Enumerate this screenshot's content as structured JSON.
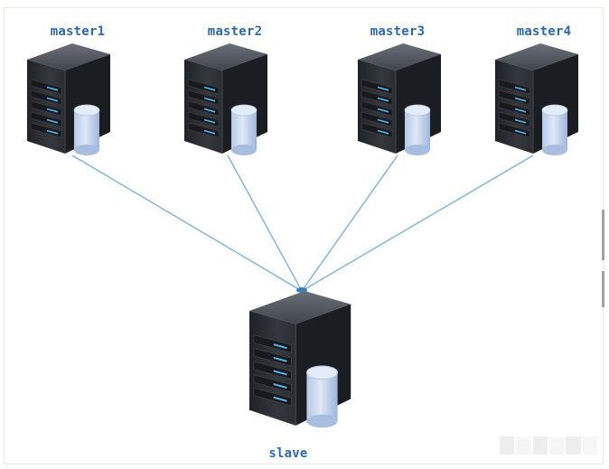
{
  "diagram": {
    "nodes": [
      {
        "id": "master1",
        "label": "master1",
        "role": "master"
      },
      {
        "id": "master2",
        "label": "master2",
        "role": "master"
      },
      {
        "id": "master3",
        "label": "master3",
        "role": "master"
      },
      {
        "id": "master4",
        "label": "master4",
        "role": "master"
      },
      {
        "id": "slave",
        "label": "slave",
        "role": "slave"
      }
    ],
    "edges": [
      {
        "from": "master1",
        "to": "slave"
      },
      {
        "from": "master2",
        "to": "slave"
      },
      {
        "from": "master3",
        "to": "slave"
      },
      {
        "from": "master4",
        "to": "slave"
      }
    ]
  },
  "colors": {
    "label_text": "#2e6aa8",
    "edge_line": "#8fb8d6",
    "server_body": "#2b2f34",
    "server_top": "#5a5f66",
    "server_side": "#1a1d21",
    "drive_light": "#57b6f0",
    "disk_cylinder": "#c9d8ef",
    "disk_top": "#e3ecf8",
    "junction": "#3c7fc0"
  },
  "icons": {
    "server": "server-tower-icon",
    "disk": "database-cylinder-icon"
  }
}
